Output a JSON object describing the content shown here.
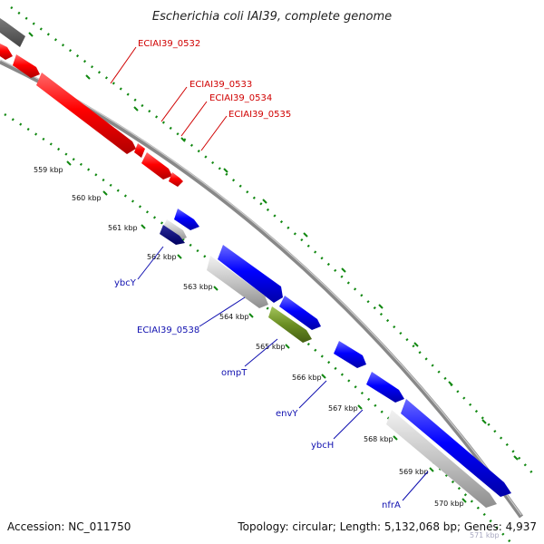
{
  "title": "Escherichia coli IAI39, complete genome",
  "footer": {
    "accession": "Accession: NC_011750",
    "topology": "Topology: circular; Length: 5,132,068 bp; Genes: 4,937"
  },
  "ticks": {
    "t559": "559 kbp",
    "t560": "560 kbp",
    "t561": "561 kbp",
    "t562": "562 kbp",
    "t563": "563 kbp",
    "t564": "564 kbp",
    "t565": "565 kbp",
    "t566": "566 kbp",
    "t567": "567 kbp",
    "t568": "568 kbp",
    "t569": "569 kbp",
    "t570": "570 kbp",
    "t571": "571 kbp"
  },
  "genes": {
    "g0532": "ECIAI39_0532",
    "g0533": "ECIAI39_0533",
    "g0534": "ECIAI39_0534",
    "g0535": "ECIAI39_0535",
    "ybcY": "ybcY",
    "g0538": "ECIAI39_0538",
    "ompT": "ompT",
    "envY": "envY",
    "ybcH": "ybcH",
    "nfrA": "nfrA"
  },
  "colors": {
    "red_genes": "#ee0000",
    "blue_genes": "#0000ee",
    "gray_genes": "#bbbbbb",
    "green_gene": "#6b8e23",
    "backbone": "#888888",
    "tick_green": "#118811"
  }
}
